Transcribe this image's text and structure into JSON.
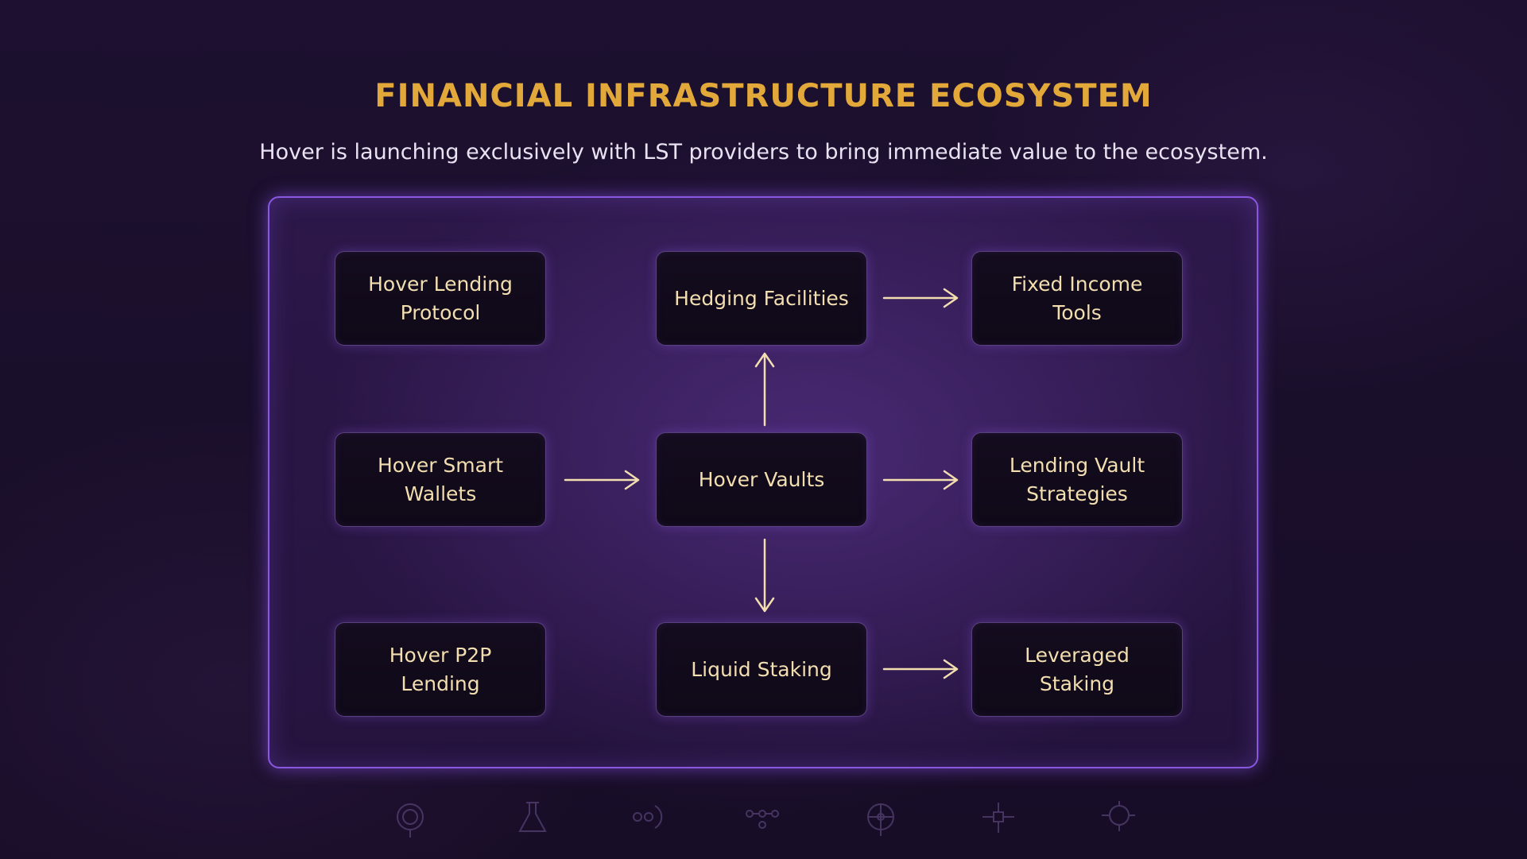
{
  "header": {
    "title": "FINANCIAL INFRASTRUCTURE ECOSYSTEM",
    "subtitle": "Hover is launching exclusively with LST providers to bring immediate value to the ecosystem."
  },
  "diagram": {
    "nodes": {
      "hover_lending_protocol": "Hover Lending Protocol",
      "hedging_facilities": "Hedging Facilities",
      "fixed_income_tools": "Fixed Income Tools",
      "hover_smart_wallets": "Hover Smart Wallets",
      "hover_vaults": "Hover Vaults",
      "lending_vault_strategies": "Lending Vault Strategies",
      "hover_p2p_lending": "Hover P2P Lending",
      "liquid_staking": "Liquid Staking",
      "leveraged_staking": "Leveraged Staking"
    },
    "edges": [
      {
        "from": "Hover Smart Wallets",
        "to": "Hover Vaults"
      },
      {
        "from": "Hover Vaults",
        "to": "Hedging Facilities"
      },
      {
        "from": "Hover Vaults",
        "to": "Lending Vault Strategies"
      },
      {
        "from": "Hover Vaults",
        "to": "Liquid Staking"
      },
      {
        "from": "Hedging Facilities",
        "to": "Fixed Income Tools"
      },
      {
        "from": "Liquid Staking",
        "to": "Leveraged Staking"
      }
    ]
  },
  "colors": {
    "title": "#e2a93a",
    "node_text": "#f3deb0",
    "arrow": "#f3deb0",
    "panel_border": "#8a58e0",
    "background": "#1a0f2b"
  },
  "decor_icons": [
    "ring-icon",
    "flask-icon",
    "link-icon",
    "nodes-icon",
    "network-icon",
    "hub-icon",
    "target-icon"
  ]
}
